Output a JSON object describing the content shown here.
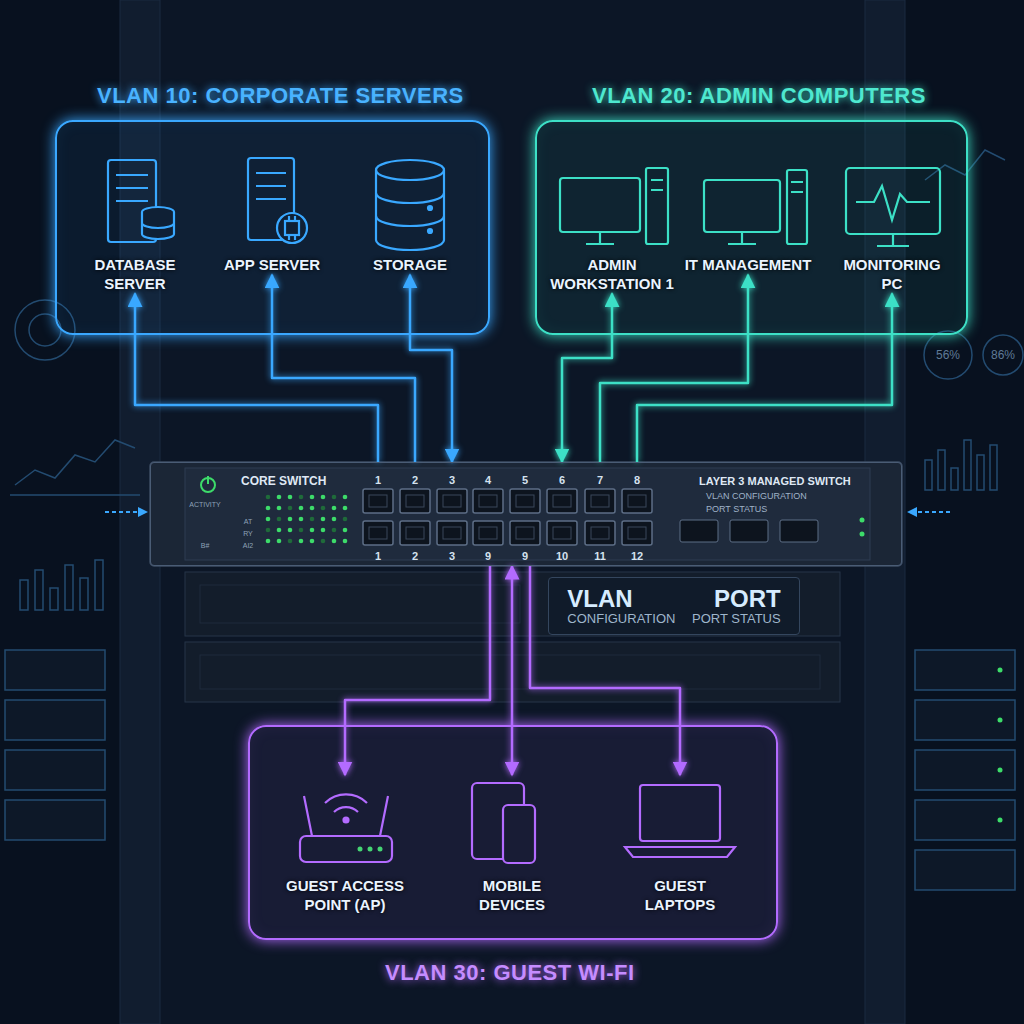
{
  "diagram": {
    "nodes": [
      {
        "text": [
          "VLAN 10: CORPORATE SERVERS"
        ]
      },
      {
        "text": [
          "DATABASE SERVER"
        ],
        "in": 0
      },
      {
        "text": [
          "APP SERVER"
        ],
        "in": 0
      },
      {
        "text": [
          "STORAGE"
        ],
        "in": 0
      },
      {
        "text": [
          "VLAN 20: ADMIN COMPUTERS"
        ]
      },
      {
        "text": [
          "ADMIN WORKSTATION 1"
        ],
        "in": 4
      },
      {
        "text": [
          "IT MANAGEMENT"
        ],
        "in": 4
      },
      {
        "text": [
          "MONITORING PC"
        ],
        "in": 4
      },
      {
        "text": [
          "CORE SWITCH",
          "LAYER 3 MANAGED SWITCH",
          "VLAN CONFIGURATION",
          "PORT STATUS"
        ]
      },
      {
        "text": [
          "VLAN",
          "CONFIGURATION",
          "PORT",
          "PORT STATUS"
        ]
      },
      {
        "text": [
          "VLAN 30: GUEST WI-FI"
        ]
      },
      {
        "text": [
          "GUEST ACCESS POINT (AP)"
        ],
        "in": 10
      },
      {
        "text": [
          "MOBILE DEVICES"
        ],
        "in": 10
      },
      {
        "text": [
          "GUEST LAPTOPS"
        ],
        "in": 10
      }
    ],
    "edges": [
      {
        "from": 8,
        "to": 1,
        "arrow": "to"
      },
      {
        "from": 8,
        "to": 2,
        "arrow": "to"
      },
      {
        "from": 3,
        "to": 8,
        "arrow": "both"
      },
      {
        "from": 8,
        "to": 5,
        "arrow": "both"
      },
      {
        "from": 8,
        "to": 6,
        "arrow": "to"
      },
      {
        "from": 8,
        "to": 7,
        "arrow": "to"
      },
      {
        "from": 8,
        "to": 11,
        "arrow": "to"
      },
      {
        "from": 8,
        "to": 12,
        "arrow": "both"
      },
      {
        "from": 8,
        "to": 13,
        "arrow": "to"
      }
    ],
    "labels": [
      "1",
      "2",
      "3",
      "4",
      "5",
      "6",
      "7",
      "8",
      "1",
      "2",
      "3",
      "9",
      "9",
      "10",
      "11",
      "12",
      "ACTIVITY",
      "AT",
      "RY",
      "AI2",
      "B#",
      "56%",
      "86%"
    ]
  }
}
